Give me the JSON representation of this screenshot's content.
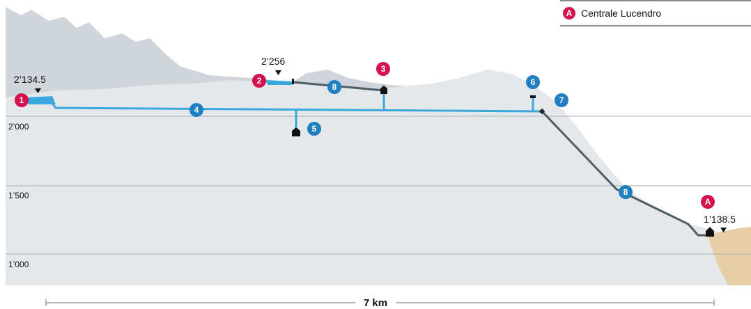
{
  "legend": {
    "marker": "A",
    "label": "Centrale Lucendro"
  },
  "axis_labels": [
    "2’000",
    "1’500",
    "1’000"
  ],
  "elevations": {
    "reservoir_1": "2’134.5",
    "reservoir_2": "2’256",
    "plant_A": "1’138.5"
  },
  "markers": {
    "m1": "1",
    "m2": "2",
    "m3": "3",
    "m4": "4",
    "m5": "5",
    "m6": "6",
    "m7": "7",
    "m8a": "8",
    "m8b": "8",
    "mA": "A"
  },
  "scale": {
    "label": "7 km"
  },
  "colors": {
    "mountain_back": "#cfd5da",
    "ground": "#e4e8eb",
    "sand": "#e6cfa6",
    "water": "#3aa8de",
    "pipe_dark": "#4e5d66",
    "marker_red": "#d4124e",
    "marker_blue": "#1f7fc0",
    "gridline": "#aab2b8"
  }
}
